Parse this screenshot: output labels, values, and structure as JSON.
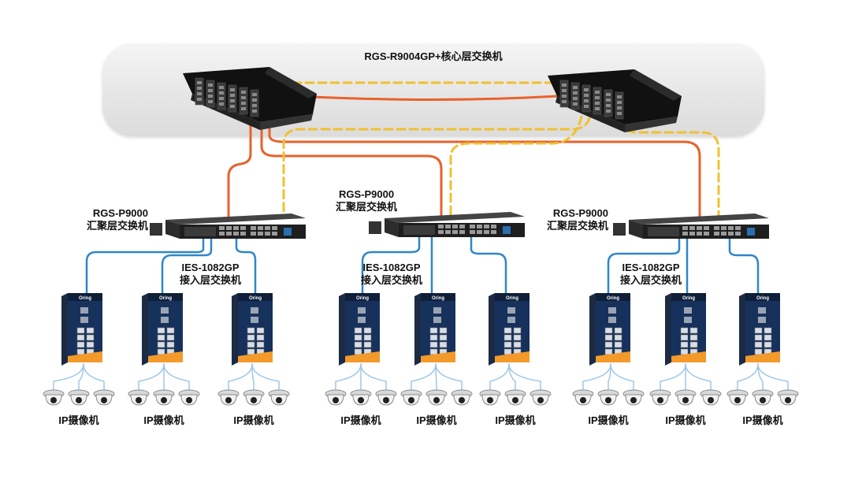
{
  "core": {
    "label": "RGS-R9004GP+核心层交换机"
  },
  "aggregation": [
    {
      "name": "RGS-P9000",
      "role": "汇聚层交换机"
    },
    {
      "name": "RGS-P9000",
      "role": "汇聚层交换机"
    },
    {
      "name": "RGS-P9000",
      "role": "汇聚层交换机"
    }
  ],
  "access": [
    {
      "name": "IES-1082GP",
      "role": "接入层交换机"
    },
    {
      "name": "IES-1082GP",
      "role": "接入层交换机"
    },
    {
      "name": "IES-1082GP",
      "role": "接入层交换机"
    }
  ],
  "switch_brand": "Oring",
  "camera_label": "IP摄像机",
  "colors": {
    "fiber_link": "#e8622c",
    "backup_link": "#f0c030",
    "ethernet_link": "#2f86c8",
    "camera_link": "#9fc7e6",
    "access_accent": "#f39a2a"
  }
}
